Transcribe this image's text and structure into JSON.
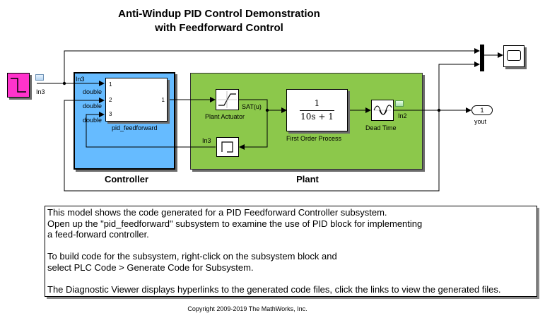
{
  "title": {
    "line1": "Anti-Windup PID Control Demonstration",
    "line2": "with Feedforward Control"
  },
  "inputs": {
    "in3_source_label": "In3",
    "in3_goto_label": "In3"
  },
  "controller": {
    "label": "Controller",
    "inport_label": "In3",
    "port_types": [
      "double",
      "double",
      "double"
    ],
    "block_name": "pid_feedforward",
    "in_port_numbers": [
      "1",
      "2",
      "3"
    ],
    "out_port_number": "1"
  },
  "plant": {
    "label": "Plant",
    "actuator_label": "Plant Actuator",
    "saturation_output_label": "SAT(u)",
    "transfer_numerator": "1",
    "transfer_denominator": "10s + 1",
    "first_order_label": "First Order Process",
    "dead_time_label": "Dead Time",
    "in2_label": "In2"
  },
  "outport": {
    "number": "1",
    "label": "yout"
  },
  "notes": {
    "lines": [
      "This model shows the code generated for a PID Feedforward Controller subsystem.",
      "Open up the \"pid_feedforward\" subsystem to examine the use of PID block for implementing",
      "a feed-forward controller.",
      "",
      "To build code for the subsystem, right-click on the subsystem block and",
      "select PLC Code > Generate Code for Subsystem.",
      "",
      "The Diagnostic Viewer displays hyperlinks to the generated code files, click the links to view the generated files."
    ]
  },
  "copyright": "Copyright 2009-2019 The MathWorks, Inc.",
  "colors": {
    "controller_fill": "#66bbff",
    "plant_fill": "#8cc84b",
    "source_fill": "#ff33cc",
    "line": "#000000"
  },
  "icons": [
    "signal-source-icon",
    "saturation-icon",
    "transport-delay-icon",
    "scope-icon",
    "mux-icon",
    "data-type-icon"
  ]
}
